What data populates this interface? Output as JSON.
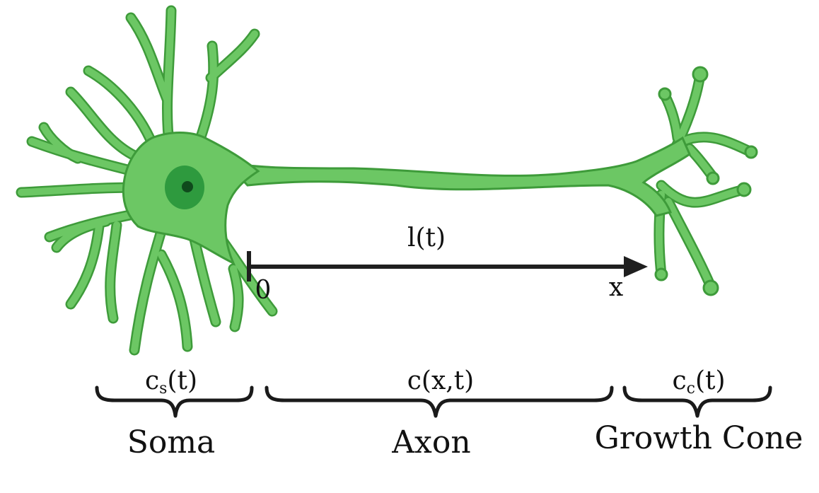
{
  "colors": {
    "cell_fill": "#6CC764",
    "cell_outline": "#3E9B3A",
    "nucleus": "#2E9A3E",
    "nucleolus": "#0F4A1C",
    "arrow": "#1F1F1F"
  },
  "icons": {
    "neuron": "neuron-icon",
    "nucleus": "nucleus-icon",
    "arrow": "right-arrow-icon",
    "brace": "curly-brace-icon"
  },
  "axis": {
    "length_label": "l(t)",
    "origin_label": "0",
    "end_label": "x"
  },
  "segments": [
    {
      "name": "Soma",
      "concentration_base": "c",
      "concentration_sub": "s",
      "concentration_tail": "(t)"
    },
    {
      "name": "Axon",
      "concentration_base": "c(x,t)",
      "concentration_sub": "",
      "concentration_tail": ""
    },
    {
      "name": "Growth Cone",
      "concentration_base": "c",
      "concentration_sub": "c",
      "concentration_tail": "(t)"
    }
  ]
}
